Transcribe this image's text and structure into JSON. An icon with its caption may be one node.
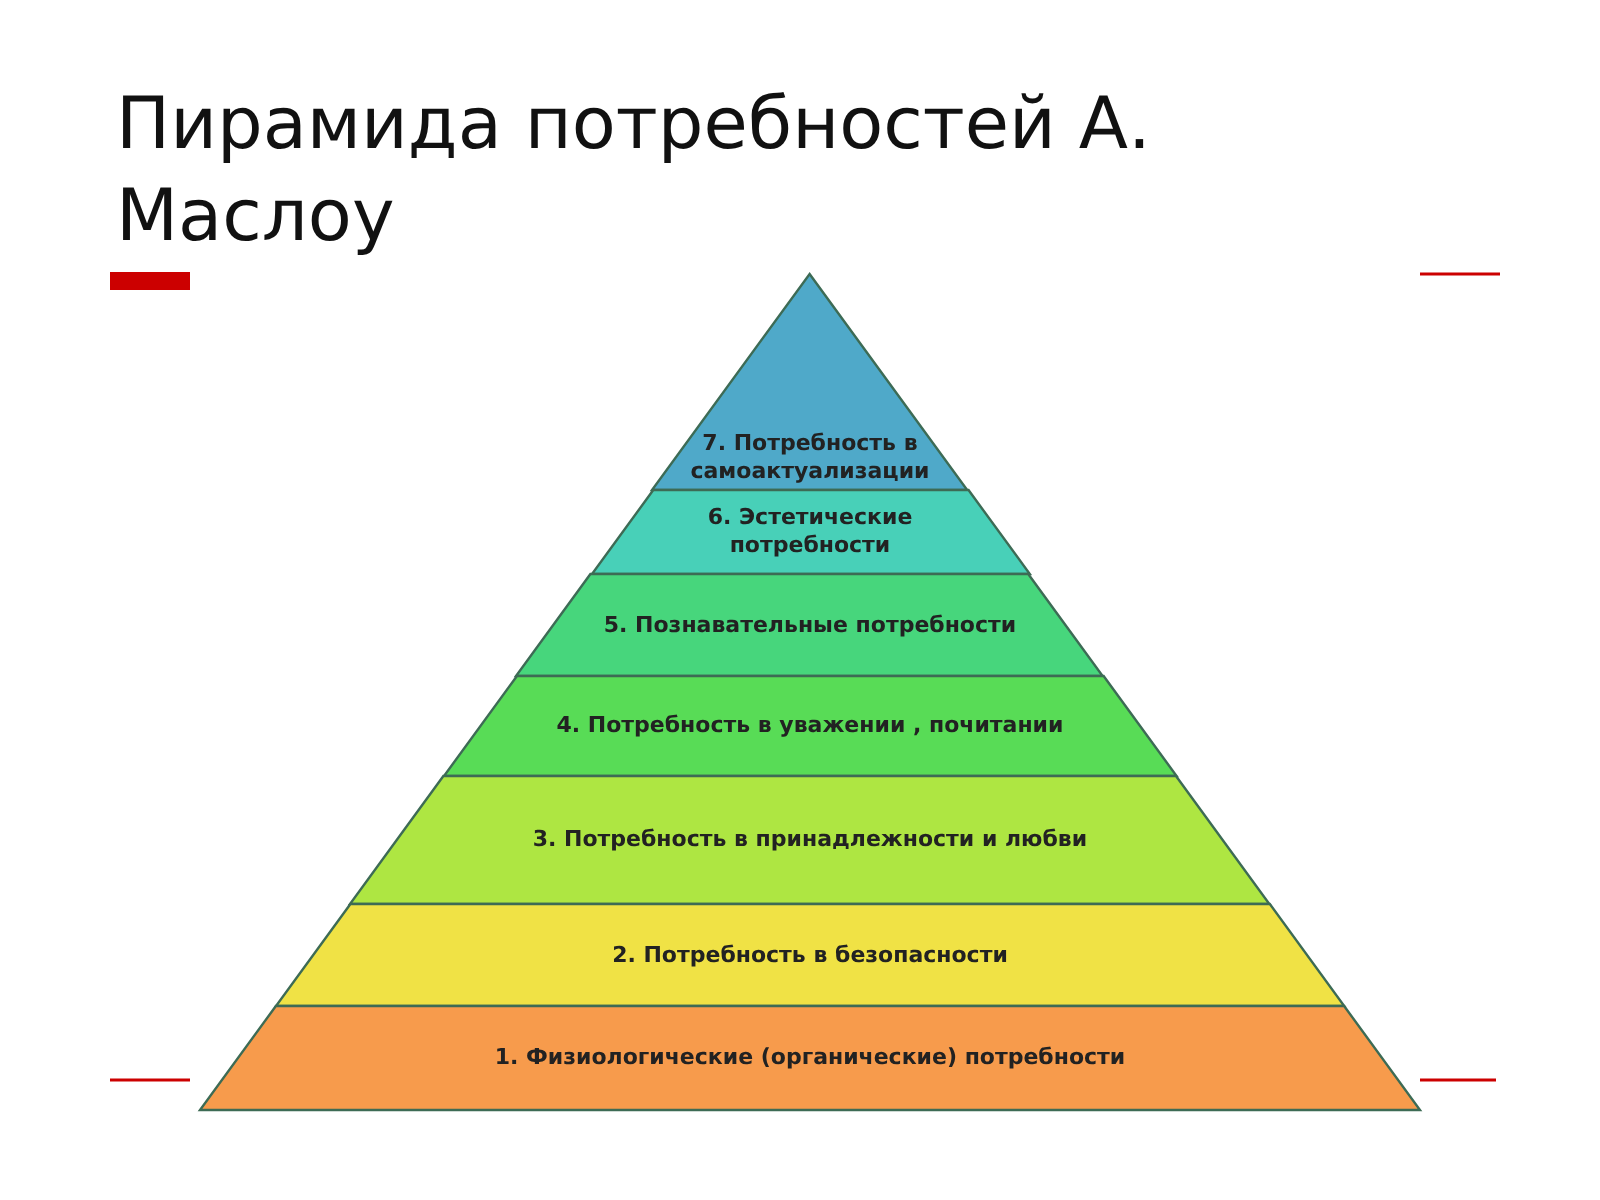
{
  "diagram": {
    "title": "Пирамида потребностей А. Маслоу",
    "nodes": [
      {
        "text": [
          "7. Потребность в самоактуализации"
        ]
      },
      {
        "text": [
          "6. Эстетические потребности"
        ]
      },
      {
        "text": [
          "5. Познавательные потребности"
        ]
      },
      {
        "text": [
          "4. Потребность в уважении , почитании"
        ]
      },
      {
        "text": [
          "3. Потребность в принадлежности и любви"
        ]
      },
      {
        "text": [
          "2. Потребность в безопасности"
        ]
      },
      {
        "text": [
          "1. Физиологические (органические) потребности"
        ]
      }
    ]
  }
}
